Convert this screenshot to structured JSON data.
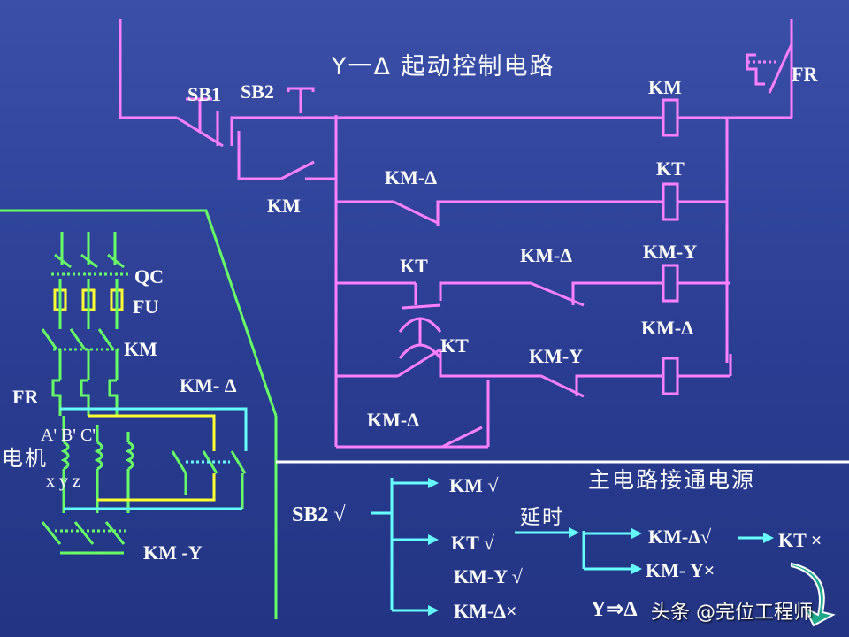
{
  "title": "Y一Δ 起动控制电路",
  "control_circuit": {
    "sb1": "SB1",
    "sb2": "SB2",
    "km_hold": "KM",
    "km_coil": "KM",
    "fr": "FR",
    "kt_coil": "KT",
    "km_delta_nc_top": "KM-Δ",
    "kt_contact_nc": "KT",
    "km_delta_nc_mid": "KM-Δ",
    "km_y_coil": "KM-Y",
    "kt_contact_no": "KT",
    "km_y_nc": "KM-Y",
    "km_delta_coil": "KM-Δ",
    "km_delta_hold": "KM-Δ"
  },
  "main_circuit": {
    "qc": "QC",
    "fu": "FU",
    "km": "KM",
    "fr": "FR",
    "km_delta": "KM- Δ",
    "motor_label": "电机",
    "terminals_top": "A' B' C'",
    "terminals_bottom": "x  y  z",
    "km_y": "KM -Y"
  },
  "sequence": {
    "start": "SB2 √",
    "branch1": "KM √",
    "branch2": "KT √",
    "branch3": "KM-Y √",
    "branch4": "KM-Δ×",
    "note_main": "主电路接通电源",
    "delay": "延时",
    "after_delay1": "KM-Δ√",
    "after_delay2": "KM- Y×",
    "final": "KT ×",
    "result": "Y⇒Δ"
  },
  "watermark": "头条 @完位工程师",
  "colors": {
    "background": "#2b3d92",
    "control_wire": "#ff80ff",
    "main_wire": "#66ff66",
    "cyan_wire": "#66ffff",
    "yellow_wire": "#ffff33"
  }
}
